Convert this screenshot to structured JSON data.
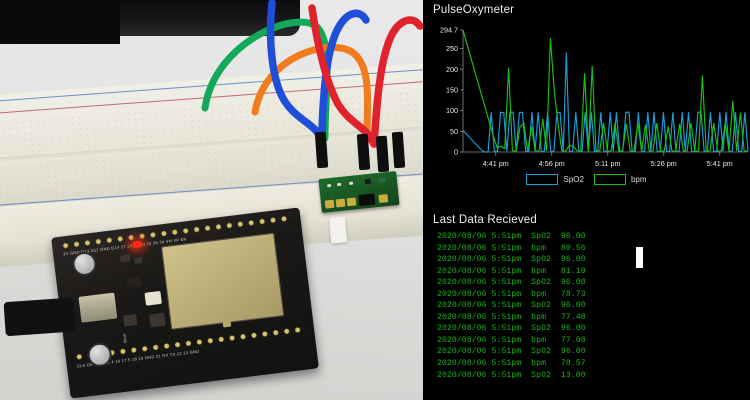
{
  "app": {
    "layout": "left photo of ESP32 + breadboard + MAX30100 pulse oximeter sensor; right black IoT dashboard"
  },
  "dashboard": {
    "chart_title": "PulseOxymeter",
    "log_title": "Last Data Recieved",
    "accent_spo2": "#1a9fd9",
    "accent_bpm": "#18c018",
    "text_color": "#efefef",
    "log_color": "#16b516",
    "background": "#000000",
    "caret": "text-caret"
  },
  "legend": [
    {
      "label": "SpO2",
      "color": "#1a9fd9"
    },
    {
      "label": "bpm",
      "color": "#18c018"
    }
  ],
  "chart_data": {
    "type": "line",
    "title": "PulseOxymeter",
    "xlabel": "",
    "ylabel": "",
    "grid": false,
    "legend_position": "bottom",
    "ylim": [
      0,
      294.7
    ],
    "yticks": [
      "294.7",
      "250",
      "200",
      "150",
      "100",
      "50",
      "0"
    ],
    "ytick_values": [
      294.7,
      250,
      200,
      150,
      100,
      50,
      0
    ],
    "xticks": [
      "4:41 pm",
      "4:56 pm",
      "5:11 pm",
      "5:26 pm",
      "5:41 pm"
    ],
    "series": [
      {
        "name": "SpO2",
        "color": "#1a9fd9",
        "values": [
          52,
          44,
          36,
          28,
          20,
          12,
          4,
          0,
          0,
          96,
          2,
          1,
          96,
          95,
          2,
          96,
          96,
          2,
          95,
          96,
          2,
          1,
          96,
          2,
          96,
          1,
          2,
          96,
          2,
          1,
          96,
          95,
          2,
          240,
          2,
          1,
          96,
          2,
          1,
          96,
          2,
          96,
          1,
          2,
          96,
          2,
          1,
          96,
          2,
          96,
          1,
          2,
          96,
          96,
          2,
          1,
          96,
          2,
          1,
          96,
          2,
          96,
          1,
          2,
          96,
          2,
          1,
          96,
          2,
          1,
          96,
          2,
          96,
          1,
          2,
          96,
          96,
          2,
          1,
          96,
          2,
          1,
          96,
          2,
          96,
          1,
          2,
          96,
          2,
          1,
          96,
          2
        ]
      },
      {
        "name": "bpm",
        "color": "#18c018",
        "values": [
          294.7,
          262,
          230,
          198,
          166,
          134,
          102,
          70,
          38,
          10,
          14,
          8,
          204,
          3,
          2,
          60,
          70,
          2,
          62,
          3,
          2,
          80,
          3,
          275,
          150,
          70,
          3,
          2,
          16,
          14,
          3,
          2,
          190,
          2,
          208,
          2,
          3,
          70,
          2,
          3,
          70,
          2,
          3,
          68,
          2,
          3,
          70,
          2,
          66,
          2,
          3,
          70,
          2,
          3,
          62,
          2,
          3,
          68,
          2,
          3,
          70,
          2,
          3,
          185,
          2,
          3,
          70,
          2,
          3,
          70,
          2,
          124,
          3,
          95,
          2,
          3
        ]
      }
    ]
  },
  "log": {
    "lines": [
      "2020/08/06 5:51pm  SpO2  96.00",
      "2020/08/06 5:51pm  bpm   80.56",
      "2020/08/06 5:51pm  SpO2  96.00",
      "2020/08/06 5:51pm  bpm   81.19",
      "2020/08/06 5:51pm  SpO2  96.00",
      "2020/08/06 5:51pm  bpm   78.73",
      "2020/08/06 5:51pm  SpO2  96.00",
      "2020/08/06 5:51pm  bpm   77.48",
      "2020/08/06 5:51pm  SpO2  96.00",
      "2020/08/06 5:51pm  bpm   77.08",
      "2020/08/06 5:51pm  SpO2  96.00",
      "2020/08/06 5:51pm  bpm   78.57",
      "2020/08/06 5:51pm  SpO2  13.00"
    ]
  },
  "photo": {
    "wires": [
      {
        "name": "blue-jumper-wire",
        "color": "#1f4fd8"
      },
      {
        "name": "red-jumper-wire",
        "color": "#e0222e"
      },
      {
        "name": "green-jumper-wire",
        "color": "#14a95a"
      },
      {
        "name": "orange-jumper-wire",
        "color": "#f07c1e"
      }
    ],
    "board_labels_top": "3V GND D13 D12 GND D14 27 26 25 33 32 35 34 VN VP EN",
    "board_labels_bottom": "CLK D0 D1 15 2 4 16 17 5 18 19 GND 21 RX TX 22 23 GND",
    "boot_label": "Boot",
    "led": "power-led-red"
  }
}
